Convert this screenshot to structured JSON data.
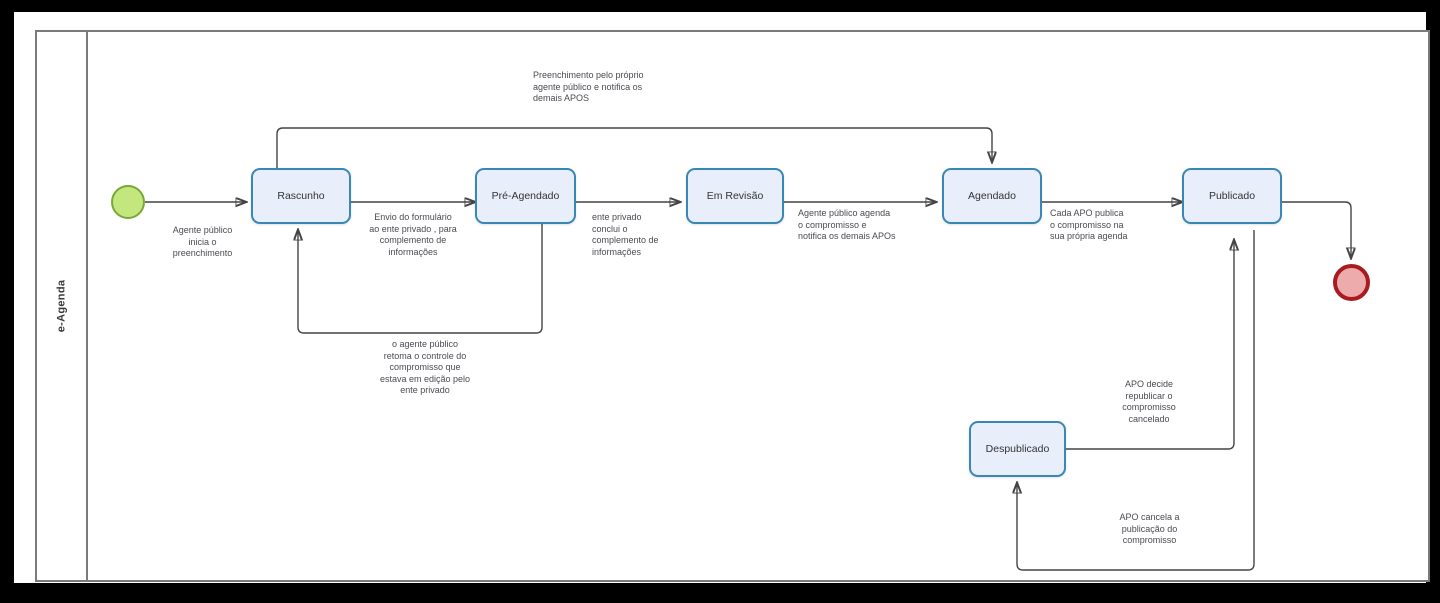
{
  "diagram": {
    "type": "bpmn-process-flow",
    "pool": {
      "lane_label": "e-Agenda"
    },
    "colors": {
      "task_fill": "#e9eefb",
      "task_border": "#3a87b7",
      "start_fill": "#c3e77e",
      "start_border": "#7aa838",
      "end_fill": "#eeabab",
      "end_border": "#a81c20",
      "connector": "#444444",
      "label_text": "#4a4a52",
      "pool_border": "#7b7b7b"
    },
    "nodes": [
      {
        "id": "start",
        "kind": "start-event",
        "label": ""
      },
      {
        "id": "rascunho",
        "kind": "task",
        "label": "Rascunho"
      },
      {
        "id": "pre_agendado",
        "kind": "task",
        "label": "Pré-Agendado"
      },
      {
        "id": "em_revisao",
        "kind": "task",
        "label": "Em Revisão"
      },
      {
        "id": "agendado",
        "kind": "task",
        "label": "Agendado"
      },
      {
        "id": "publicado",
        "kind": "task",
        "label": "Publicado"
      },
      {
        "id": "despublicado",
        "kind": "task",
        "label": "Despublicado"
      },
      {
        "id": "end",
        "kind": "end-event",
        "label": ""
      }
    ],
    "flows": [
      {
        "id": "f1",
        "from": "start",
        "to": "rascunho",
        "label": "Agente público\ninicia o\npreenchimento"
      },
      {
        "id": "f2",
        "from": "rascunho",
        "to": "pre_agendado",
        "label": "Envio do formulário\nao ente privado , para\ncomplemento de\ninformações"
      },
      {
        "id": "f3",
        "from": "pre_agendado",
        "to": "em_revisao",
        "label": "ente privado\nconclui o\ncomplemento de\ninformações"
      },
      {
        "id": "f4",
        "from": "em_revisao",
        "to": "agendado",
        "label": "Agente público agenda\no compromisso e\nnotifica os demais APOs"
      },
      {
        "id": "f5",
        "from": "agendado",
        "to": "publicado",
        "label": "Cada APO publica\no compromisso na\nsua própria agenda"
      },
      {
        "id": "f6",
        "from": "rascunho",
        "to": "agendado",
        "label": "Preenchimento pelo próprio\nagente público e notifica os\ndemais APOS"
      },
      {
        "id": "f7",
        "from": "pre_agendado",
        "to": "rascunho",
        "label": "o agente público\nretoma o controle do\ncompromisso que\nestava em edição pelo\nente privado"
      },
      {
        "id": "f8",
        "from": "despublicado",
        "to": "publicado",
        "label": "APO decide\nrepublicar o\ncompromisso\ncancelado"
      },
      {
        "id": "f9",
        "from": "publicado",
        "to": "despublicado",
        "label": "APO cancela a\npublicação do\ncompromisso"
      },
      {
        "id": "f10",
        "from": "publicado",
        "to": "end",
        "label": ""
      }
    ]
  }
}
